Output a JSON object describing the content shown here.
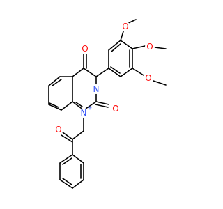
{
  "molecule": {
    "atoms": {
      "o_ketone_top": "O",
      "n3": "N",
      "o_c2": "O",
      "n1": "N",
      "n1_charge": "+",
      "o_phenacyl": "O",
      "o_methoxy_1": "O",
      "o_methoxy_2": "O",
      "o_methoxy_3": "O"
    },
    "colors": {
      "oxygen": "#ff0d0d",
      "nitrogen": "#3050f8",
      "bond": "#000000"
    }
  }
}
